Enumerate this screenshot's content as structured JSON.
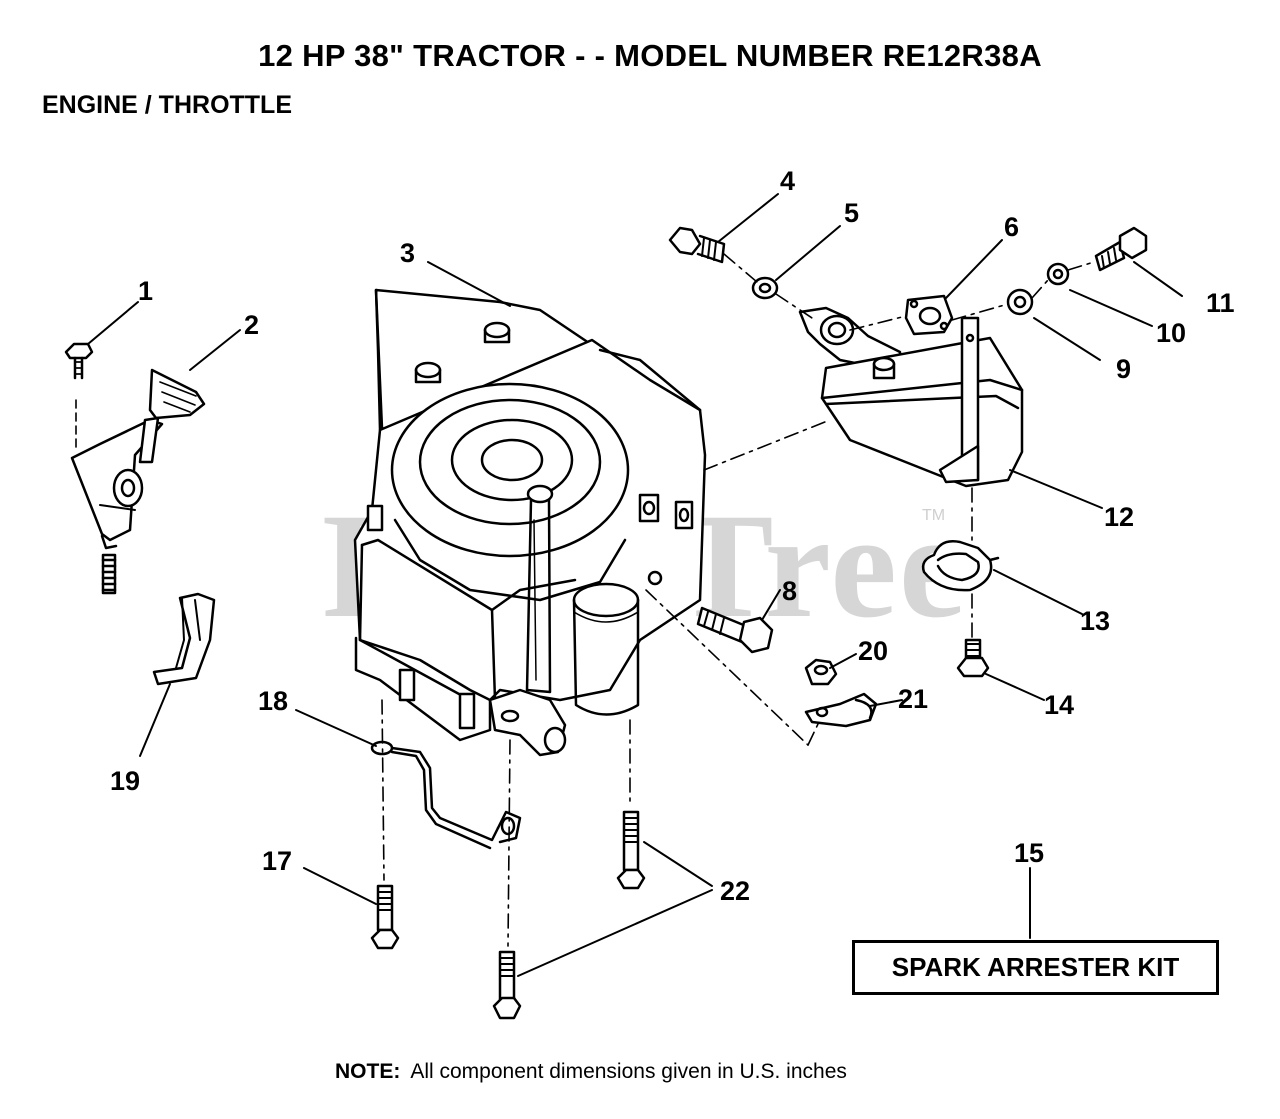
{
  "title": "12 HP 38\" TRACTOR - - MODEL NUMBER RE12R38A",
  "subtitle": "ENGINE / THROTTLE",
  "watermark": "PartsTree",
  "watermark_tm": "TM",
  "callouts": [
    "1",
    "2",
    "3",
    "4",
    "5",
    "6",
    "8",
    "9",
    "10",
    "11",
    "12",
    "13",
    "14",
    "15",
    "17",
    "18",
    "19",
    "20",
    "21",
    "22"
  ],
  "kit_label": "SPARK ARRESTER KIT",
  "note": {
    "label": "NOTE:",
    "text": "All component dimensions given in U.S. inches"
  }
}
